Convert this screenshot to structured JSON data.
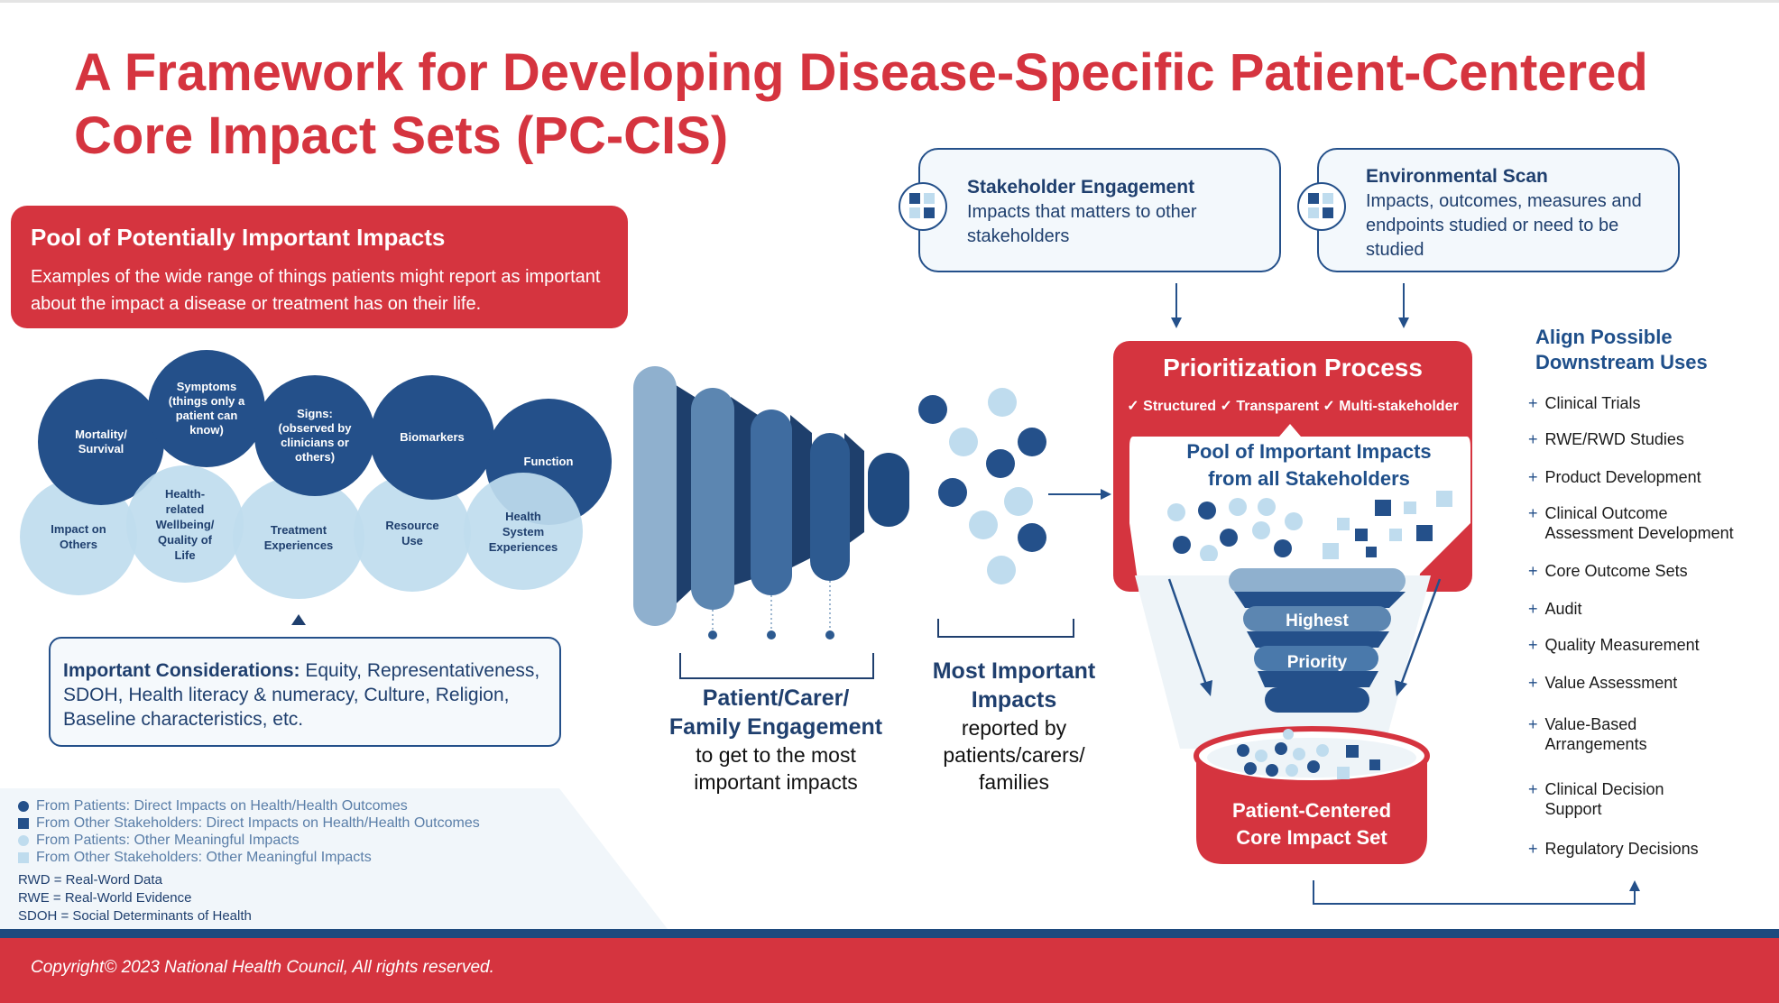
{
  "title": "A Framework for Developing Disease-Specific Patient-Centered Core Impact Sets (PC-CIS)",
  "pool": {
    "heading": "Pool of Potentially Important Impacts",
    "description": "Examples of the wide range of things patients might  report as important about  the impact a disease or  treatment has on their life."
  },
  "circles_dark": [
    {
      "label": "Mortality/ Survival"
    },
    {
      "label": "Symptoms (things only a patient can know)"
    },
    {
      "label": "Signs: (observed by clinicians or others)"
    },
    {
      "label": "Biomarkers"
    },
    {
      "label": "Function"
    }
  ],
  "circles_light": [
    {
      "label": "Impact on Others"
    },
    {
      "label": "Health-related Wellbeing/ Quality of Life"
    },
    {
      "label": "Treatment Experiences"
    },
    {
      "label": "Resource Use"
    },
    {
      "label": "Health System Experiences"
    }
  ],
  "considerations": {
    "heading": "Important Considerations:",
    "text": " Equity, Representativeness, SDOH, Health literacy & numeracy, Culture,  Religion, Baseline characteristics, etc."
  },
  "legend": [
    {
      "label": "From Patients: Direct Impacts on Health/Health Outcomes",
      "color": "#24508a",
      "shape": "circle"
    },
    {
      "label": "From Other Stakeholders: Direct Impacts on Health/Health Outcomes",
      "color": "#24508a",
      "shape": "square"
    },
    {
      "label": "From Patients: Other Meaningful Impacts",
      "color": "#bfdcee",
      "shape": "circle"
    },
    {
      "label": "From Other Stakeholders: Other Meaningful Impacts",
      "color": "#bfdcee",
      "shape": "square"
    }
  ],
  "abbreviations": [
    "RWD = Real-Word Data",
    "RWE = Real-World Evidence",
    "SDOH = Social Determinants of Health"
  ],
  "engagement": {
    "heading_line1": "Patient/Carer/",
    "heading_line2": "Family Engagement",
    "text_line1": "to get to the most",
    "text_line2": "important impacts"
  },
  "most_important": {
    "heading_line1": "Most Important",
    "heading_line2": "Impacts",
    "text_line1": "reported by",
    "text_line2": "patients/carers/",
    "text_line3": "families"
  },
  "stakeholder_card": {
    "heading": "Stakeholder Engagement",
    "text": "Impacts that matters to other stakeholders"
  },
  "environmental_card": {
    "heading": "Environmental Scan",
    "text": "Impacts, outcomes, measures and endpoints studied or need to be studied"
  },
  "prioritization": {
    "heading": "Prioritization Process",
    "criteria": "✓ Structured  ✓ Transparent ✓ Multi-stakeholder",
    "pool_line1": "Pool of Important Impacts",
    "pool_line2": "from all Stakeholders",
    "highest": "Highest",
    "priority": "Priority",
    "result_line1": "Patient-Centered",
    "result_line2": "Core Impact Set"
  },
  "align": {
    "heading_line1": "Align Possible",
    "heading_line2": "Downstream Uses",
    "uses": [
      {
        "line1": "Clinical Trials",
        "line2": ""
      },
      {
        "line1": "RWE/RWD Studies",
        "line2": ""
      },
      {
        "line1": "Product Development",
        "line2": ""
      },
      {
        "line1": "Clinical Outcome",
        "line2": "Assessment Development"
      },
      {
        "line1": "Core Outcome Sets",
        "line2": ""
      },
      {
        "line1": "Audit",
        "line2": ""
      },
      {
        "line1": "Quality Measurement",
        "line2": ""
      },
      {
        "line1": "Value Assessment",
        "line2": ""
      },
      {
        "line1": "Value-Based",
        "line2": "Arrangements"
      },
      {
        "line1": "Clinical Decision",
        "line2": "Support"
      },
      {
        "line1": "Regulatory Decisions",
        "line2": ""
      }
    ]
  },
  "footer": "Copyright© 2023 National Health Council, All rights reserved.",
  "colors": {
    "red": "#d5343f",
    "navy": "#24508a",
    "light_blue": "#bfdcee"
  }
}
